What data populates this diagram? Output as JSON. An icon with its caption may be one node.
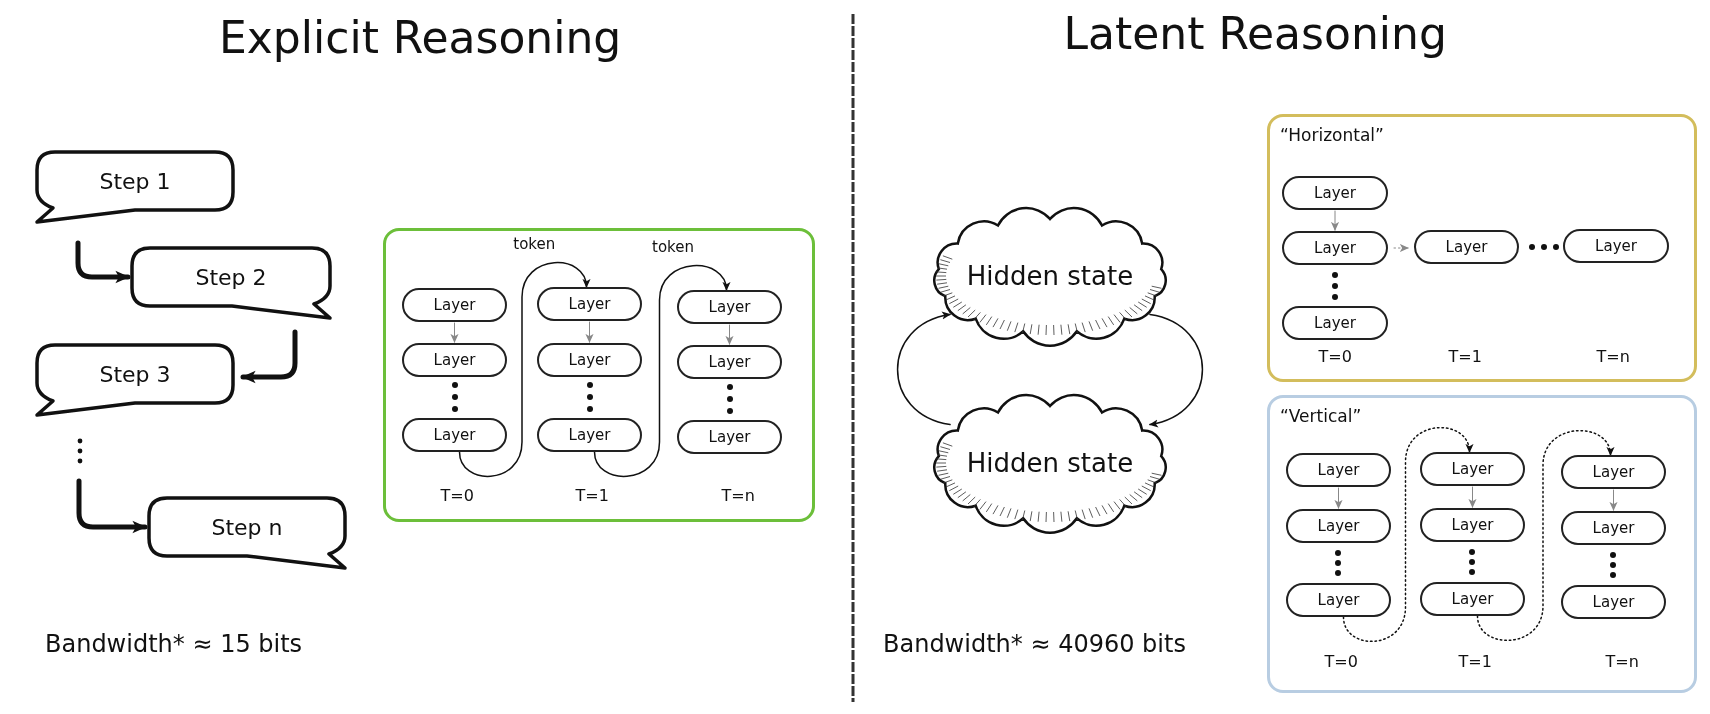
{
  "diagram": {
    "nodes": [
      {
        "text": [
          "Step 1"
        ]
      },
      {
        "text": [
          "Step 2"
        ]
      },
      {
        "text": [
          "Step 3"
        ]
      },
      {
        "text": [
          "Step n"
        ]
      },
      {
        "text": [],
        "shape": "box"
      },
      {
        "text": [
          "Layer"
        ],
        "in": 4
      },
      {
        "text": [
          "Layer"
        ],
        "in": 4
      },
      {
        "text": [
          "Layer"
        ],
        "in": 4
      },
      {
        "text": [
          "Layer"
        ],
        "in": 4
      },
      {
        "text": [
          "Layer"
        ],
        "in": 4
      },
      {
        "text": [
          "Layer"
        ],
        "in": 4
      },
      {
        "text": [
          "Layer"
        ],
        "in": 4
      },
      {
        "text": [
          "Layer"
        ],
        "in": 4
      },
      {
        "text": [
          "Layer"
        ],
        "in": 4
      },
      {
        "text": [
          "Hidden state"
        ]
      },
      {
        "text": [
          "Hidden state"
        ]
      },
      {
        "text": [
          "“Horizontal”"
        ]
      },
      {
        "text": [
          "Layer"
        ],
        "in": 16
      },
      {
        "text": [
          "Layer"
        ],
        "in": 16
      },
      {
        "text": [
          "Layer"
        ],
        "in": 16
      },
      {
        "text": [
          "Layer"
        ],
        "in": 16
      },
      {
        "text": [
          "Layer"
        ],
        "in": 16
      },
      {
        "text": [
          "“Vertical”"
        ]
      },
      {
        "text": [
          "Layer"
        ],
        "in": 22
      },
      {
        "text": [
          "Layer"
        ],
        "in": 22
      },
      {
        "text": [
          "Layer"
        ],
        "in": 22
      },
      {
        "text": [
          "Layer"
        ],
        "in": 22
      },
      {
        "text": [
          "Layer"
        ],
        "in": 22
      },
      {
        "text": [
          "Layer"
        ],
        "in": 22
      },
      {
        "text": [
          "Layer"
        ],
        "in": 22
      },
      {
        "text": [
          "Layer"
        ],
        "in": 22
      },
      {
        "text": [
          "Layer"
        ],
        "in": 22
      }
    ],
    "edges": [
      {
        "from": 0,
        "to": 1,
        "arrow": "to",
        "style": "thick"
      },
      {
        "from": 1,
        "to": 2,
        "arrow": "to",
        "style": "thick"
      },
      {
        "from": null,
        "to": 3,
        "arrow": "to",
        "style": "thick"
      },
      {
        "from": 5,
        "to": 6,
        "arrow": "to",
        "color": "#888888"
      },
      {
        "from": 8,
        "to": 9,
        "arrow": "to",
        "color": "#888888"
      },
      {
        "from": 11,
        "to": 12,
        "arrow": "to",
        "color": "#888888"
      },
      {
        "from": 7,
        "to": 8,
        "arrow": "to",
        "label": "token"
      },
      {
        "from": 10,
        "to": 11,
        "arrow": "to",
        "label": "token"
      },
      {
        "from": 15,
        "to": 14,
        "arrow": "to"
      },
      {
        "from": 14,
        "to": 15,
        "arrow": "to"
      },
      {
        "from": 17,
        "to": 18,
        "arrow": "to",
        "color": "#888888"
      },
      {
        "from": 18,
        "to": 20,
        "arrow": "to",
        "style": "dashed",
        "color": "#888888"
      },
      {
        "from": 23,
        "to": 24,
        "arrow": "to",
        "color": "#888888"
      },
      {
        "from": 26,
        "to": 27,
        "arrow": "to",
        "color": "#888888"
      },
      {
        "from": 29,
        "to": 30,
        "arrow": "to",
        "color": "#888888"
      },
      {
        "from": 25,
        "to": 26,
        "arrow": "to",
        "style": "dashed"
      },
      {
        "from": 28,
        "to": 29,
        "arrow": "to",
        "style": "dashed"
      }
    ],
    "labels": [
      "Explicit Reasoning",
      "Latent Reasoning",
      "Bandwidth* ≈ 15 bits",
      "T=0",
      "T=1",
      "T=n",
      "Bandwidth* ≈ 40960 bits",
      "T=0",
      "T=1",
      "T=n",
      "T=0",
      "T=1",
      "T=n"
    ]
  }
}
